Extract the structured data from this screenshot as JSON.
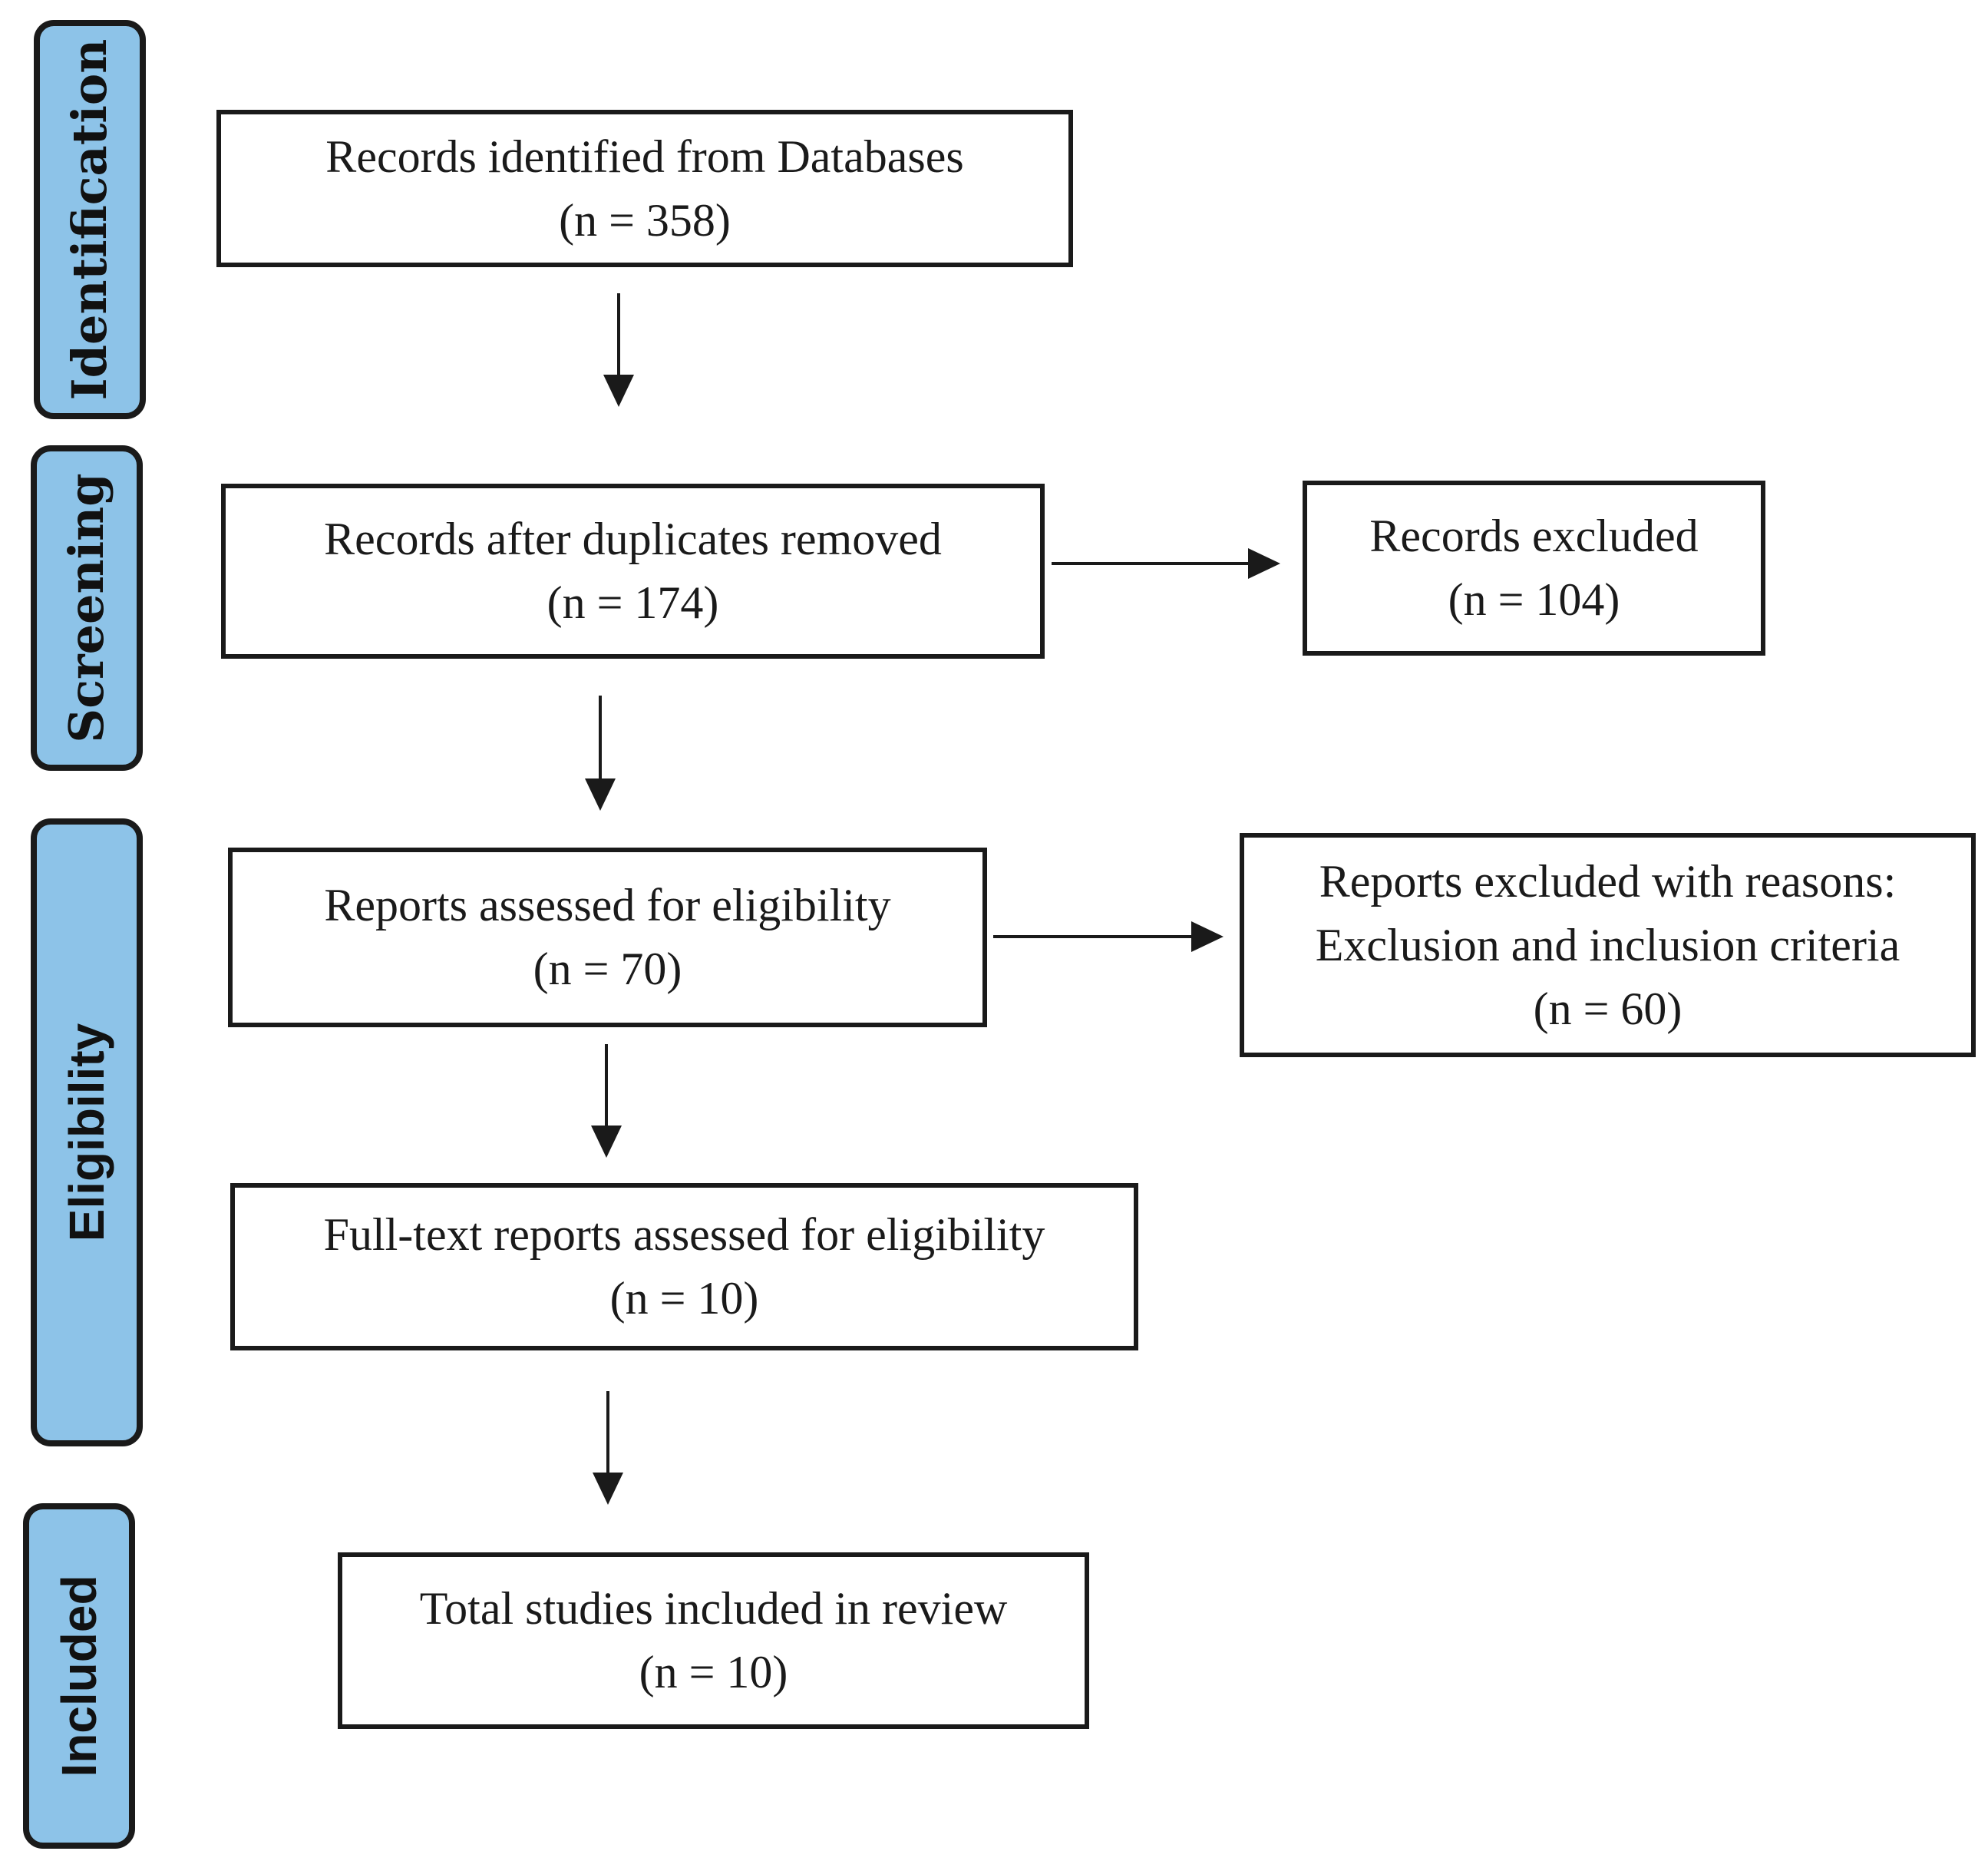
{
  "phases": {
    "identification": "Identification",
    "screening": "Screening",
    "eligibility": "Eligibility",
    "included": "Included"
  },
  "boxes": {
    "identified": {
      "label": "Records identified from Databases",
      "count": "(n = 358)"
    },
    "after_duplicates": {
      "label": "Records after duplicates removed",
      "count": "(n = 174)"
    },
    "records_excluded": {
      "label": "Records excluded",
      "count": "(n = 104)"
    },
    "reports_assessed": {
      "label": "Reports assessed for eligibility",
      "count": "(n = 70)"
    },
    "reports_excluded": {
      "label": "Reports excluded with reasons:",
      "reason": "Exclusion and inclusion criteria",
      "count": "(n = 60)"
    },
    "fulltext_assessed": {
      "label": "Full-text reports assessed for eligibility",
      "count": "(n = 10)"
    },
    "total_included": {
      "label": "Total studies included in review",
      "count": "(n = 10)"
    }
  },
  "colors": {
    "phase_fill": "#8DC3E8",
    "stroke": "#1a1a1a"
  }
}
